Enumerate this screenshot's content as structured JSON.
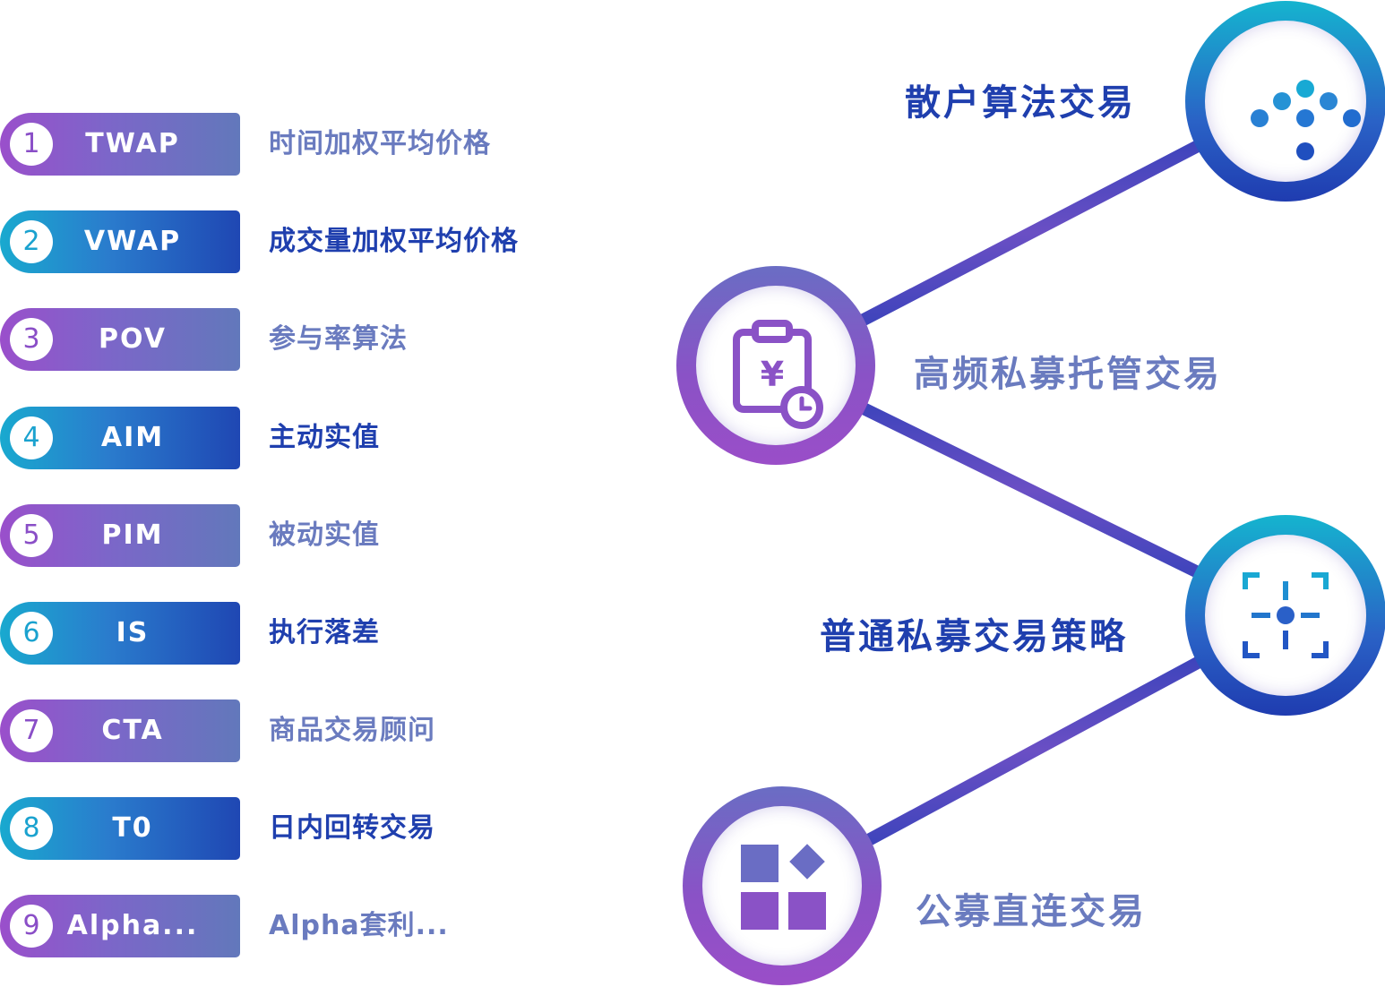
{
  "algorithms": [
    {
      "number": "1",
      "code": "TWAP",
      "name": "时间加权平均价格",
      "style": "purple"
    },
    {
      "number": "2",
      "code": "VWAP",
      "name": "成交量加权平均价格",
      "style": "blue"
    },
    {
      "number": "3",
      "code": "POV",
      "name": "参与率算法",
      "style": "purple"
    },
    {
      "number": "4",
      "code": "AIM",
      "name": "主动实值",
      "style": "blue"
    },
    {
      "number": "5",
      "code": "PIM",
      "name": "被动实值",
      "style": "purple"
    },
    {
      "number": "6",
      "code": "IS",
      "name": "执行落差",
      "style": "blue"
    },
    {
      "number": "7",
      "code": "CTA",
      "name": "商品交易顾问",
      "style": "purple"
    },
    {
      "number": "8",
      "code": "T0",
      "name": "日内回转交易",
      "style": "blue"
    },
    {
      "number": "9",
      "code": "Alpha...",
      "name": "Alpha套利...",
      "style": "purple"
    }
  ],
  "diagram": {
    "nodes": [
      {
        "label": "散户算法交易",
        "icon": "dots-network-icon",
        "style": "blue"
      },
      {
        "label": "高频私募托管交易",
        "icon": "clipboard-yuan-clock-icon",
        "style": "purple"
      },
      {
        "label": "普通私募交易策略",
        "icon": "focus-target-icon",
        "style": "blue"
      },
      {
        "label": "公募直连交易",
        "icon": "blocks-icon",
        "style": "purple"
      }
    ]
  },
  "colors": {
    "purple_start": "#9a4fcb",
    "purple_end": "#6278bb",
    "blue_start": "#19a9cf",
    "blue_end": "#1f47b3",
    "text_dark": "#1f3fae",
    "text_light": "#6a7bbf"
  }
}
